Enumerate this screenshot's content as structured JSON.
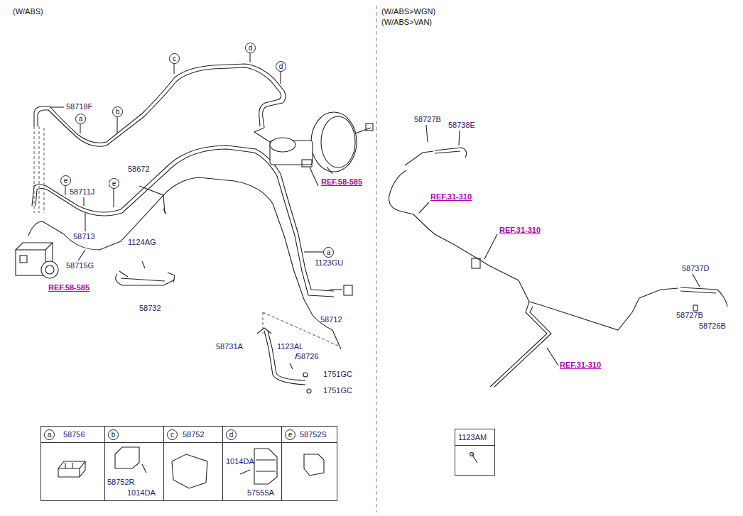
{
  "diagram": {
    "nodes": [
      {
        "text": [
          "d"
        ]
      },
      {
        "text": [
          "c"
        ]
      },
      {
        "text": [
          "d"
        ]
      },
      {
        "text": [
          "b"
        ]
      },
      {
        "text": [
          "a"
        ]
      },
      {
        "text": [
          "e"
        ]
      },
      {
        "text": [
          "e"
        ]
      },
      {
        "text": [
          "a"
        ]
      },
      {
        "text": [
          "58756"
        ]
      },
      {
        "text": [
          "a"
        ],
        "in": 8
      },
      {
        "text": [
          "58752R",
          "1014DA"
        ]
      },
      {
        "text": [
          "b"
        ],
        "in": 10
      },
      {
        "text": [
          "58752"
        ]
      },
      {
        "text": [
          "c"
        ],
        "in": 12
      },
      {
        "text": [
          "1014DA",
          "57555A"
        ]
      },
      {
        "text": [
          "d"
        ],
        "in": 14
      },
      {
        "text": [
          "58752S"
        ]
      },
      {
        "text": [
          "e"
        ],
        "in": 16
      },
      {
        "text": [
          "1123AM"
        ]
      }
    ],
    "labels": [
      "(W/ABS)",
      "(W/ABS>WGN)",
      "(W/ABS>VAN)",
      "58718F",
      "58727B",
      "58738E",
      "58672",
      "REF.58-585",
      "58711J",
      "REF.31-310",
      "REF.31-310",
      "58713",
      "1124AG",
      "1123GU",
      "58715G",
      "58737D",
      "REF.58-585",
      "58732",
      "58727B",
      "58712",
      "58726B",
      "58731A",
      "1123AL",
      "58726",
      "REF.31-310",
      "1751GC",
      "1751GC"
    ]
  }
}
